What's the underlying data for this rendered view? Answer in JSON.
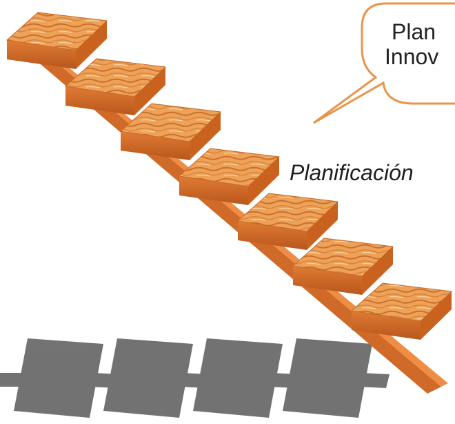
{
  "callout": {
    "line1": "Plan",
    "line2": "Innov"
  },
  "subtitle": "Planificación",
  "colors": {
    "wood_light": "#f0a65a",
    "wood_mid": "#e3833a",
    "wood_dark": "#b45a1f",
    "shadow": "#666666",
    "callout_border": "#e8944a"
  }
}
